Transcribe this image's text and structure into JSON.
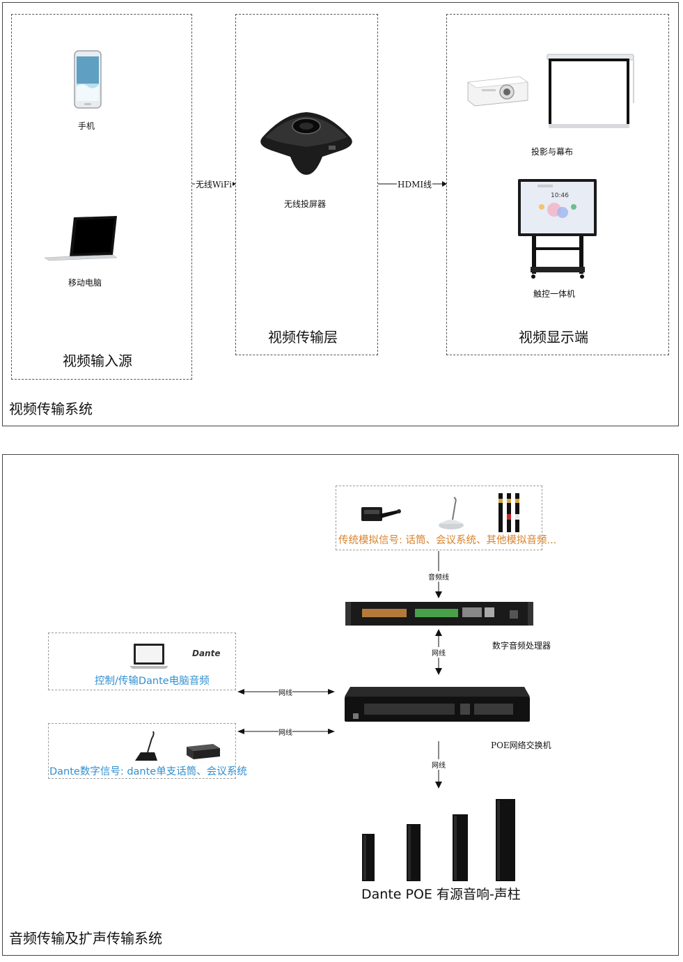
{
  "video_system": {
    "title": "视频传输系统",
    "input_group": {
      "title": "视频输入源",
      "devices": [
        "手机",
        "移动电脑"
      ]
    },
    "transmission_group": {
      "title": "视频传输层",
      "device": "无线投屏器"
    },
    "display_group": {
      "title": "视频显示端",
      "devices": [
        "投影与幕布",
        "触控一体机"
      ],
      "panel_clock": "10:46"
    },
    "links": {
      "wifi": "无线WiFi",
      "hdmi": "HDMI线"
    }
  },
  "audio_system": {
    "title": "音频传输及扩声传输系统",
    "analog_sources": {
      "caption": "传统模拟信号: 话筒、会议系统、其他模拟音频..."
    },
    "dante_pc": {
      "caption": "控制/传输Dante电脑音频",
      "logo": "Dante"
    },
    "dante_digital": {
      "caption": "Dante数字信号: dante单支话筒、会议系统"
    },
    "processor": {
      "label": "数字音频处理器"
    },
    "switch": {
      "label": "POE网络交换机"
    },
    "speakers": {
      "label": "Dante POE 有源音响-声柱"
    },
    "links": {
      "audio_cable": "音频线",
      "net_processor": "网线",
      "net_pc": "网线",
      "net_dante": "网线",
      "net_speakers": "网线"
    }
  }
}
